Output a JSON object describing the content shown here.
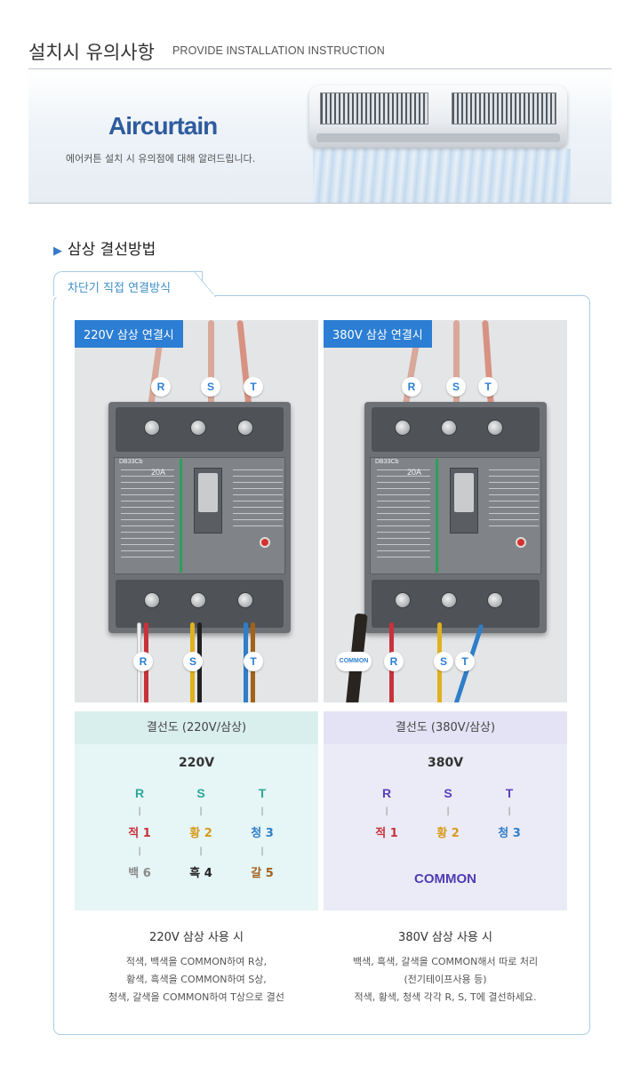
{
  "header": {
    "title_ko": "설치시 유의사항",
    "title_en": "PROVIDE INSTALLATION INSTRUCTION"
  },
  "banner": {
    "brand": "Aircurtain",
    "subtitle": "에어커튼 설치 시 유의점에 대해 알려드립니다."
  },
  "section": {
    "heading": "삼상 결선방법",
    "tab_label": "차단기 직접 연결방식"
  },
  "photos": {
    "left": {
      "label": "220V 삼상 연결시",
      "top_markers": [
        "R",
        "S",
        "T"
      ],
      "bottom_markers": [
        "R",
        "S",
        "T"
      ],
      "breaker_model": "DB33Cb",
      "breaker_rating": "20A"
    },
    "right": {
      "label": "380V 삼상 연결시",
      "top_markers": [
        "R",
        "S",
        "T"
      ],
      "bottom_markers": [
        "R",
        "S",
        "T"
      ],
      "common_marker": "COMMON",
      "breaker_model": "DB33Cb",
      "breaker_rating": "20A"
    }
  },
  "diagrams": {
    "left": {
      "title": "결선도 (220V/삼상)",
      "voltage": "220V",
      "columns": [
        {
          "phase": "R",
          "wire1": "적 1",
          "wire2": "백 6"
        },
        {
          "phase": "S",
          "wire1": "황 2",
          "wire2": "흑 4"
        },
        {
          "phase": "T",
          "wire1": "청 3",
          "wire2": "갈 5"
        }
      ]
    },
    "right": {
      "title": "결선도 (380V/삼상)",
      "voltage": "380V",
      "columns": [
        {
          "phase": "R",
          "wire1": "적 1"
        },
        {
          "phase": "S",
          "wire1": "황 2"
        },
        {
          "phase": "T",
          "wire1": "청 3"
        }
      ],
      "common": "COMMON"
    }
  },
  "descriptions": {
    "left": {
      "title": "220V 삼상 사용 시",
      "lines": [
        "적색, 백색을 COMMON하여 R상,",
        "황색, 흑색을 COMMON하여 S상,",
        "청색, 갈색을 COMMON하여 T상으로 결선"
      ]
    },
    "right": {
      "title": "380V 삼상 사용 시",
      "lines": [
        "백색, 흑색, 갈색을 COMMON해서 따로 처리",
        "(전기테이프사용 등)",
        "적색, 황색, 청색 각각 R, S, T에 결선하세요."
      ]
    }
  },
  "colors": {
    "accent": "#2b7ed3",
    "teal_phase": "#2aa89a",
    "purple_phase": "#5a3fc0",
    "red_wire": "#c8323a",
    "yellow_wire": "#d69a18",
    "blue_wire": "#2f7ec8",
    "white_wire": "#8a8a8a",
    "black_wire": "#222222",
    "brown_wire": "#a0621c"
  }
}
